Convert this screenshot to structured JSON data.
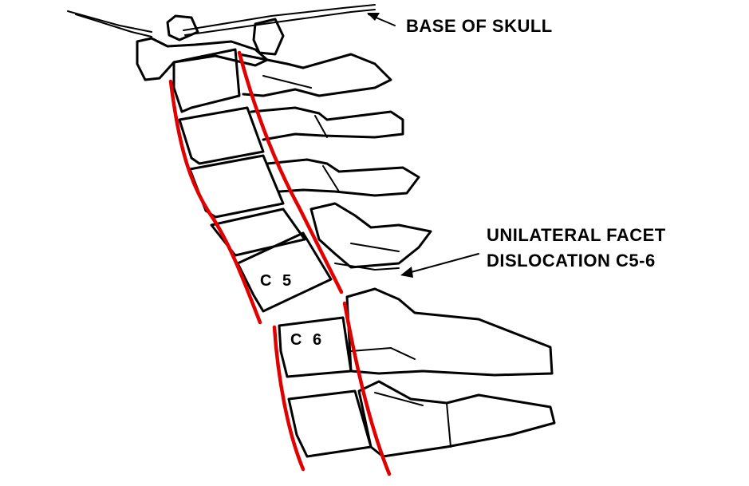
{
  "labels": {
    "base_of_skull": "BASE OF SKULL",
    "dislocation_line1": "UNILATERAL FACET",
    "dislocation_line2": "DISLOCATION C5-6",
    "c5": "C 5",
    "c6": "C 6"
  },
  "colors": {
    "ink": "#000000",
    "alignment_lines": "#e10000",
    "background": "#ffffff"
  }
}
